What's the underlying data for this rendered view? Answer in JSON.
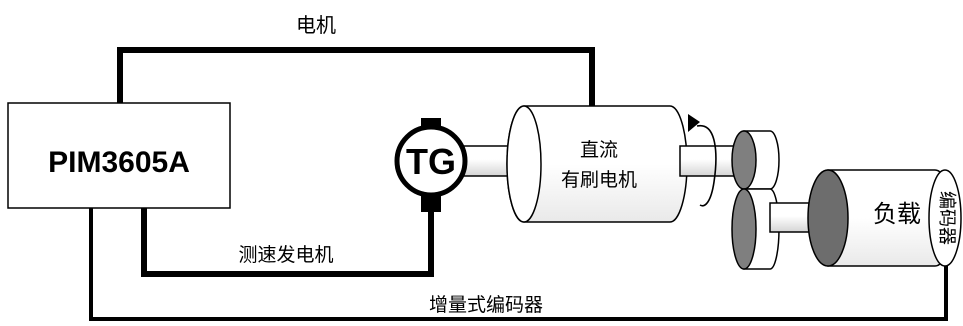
{
  "controller": {
    "label": "PIM3605A"
  },
  "tachometer": {
    "label": "TG"
  },
  "motor": {
    "line1": "直流",
    "line2": "有刷电机"
  },
  "load": {
    "label": "负载"
  },
  "encoder": {
    "label": "编码器"
  },
  "wires": {
    "motor_label": "电机",
    "tach_label": "测速发电机",
    "encoder_label": "增量式编码器"
  },
  "colors": {
    "stroke": "#000000",
    "fill": "#ffffff",
    "gear": "#7f7f7f",
    "disk": "#6d6d6d"
  }
}
